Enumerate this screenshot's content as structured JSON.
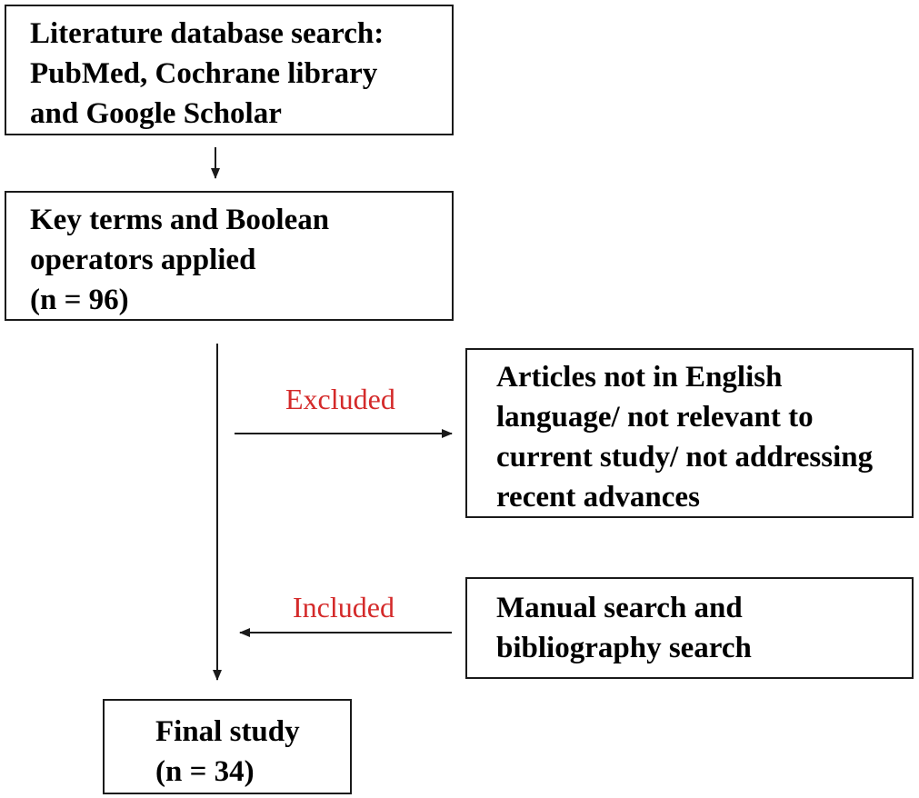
{
  "diagram": {
    "nodes": {
      "search": {
        "lines": [
          "Literature database search:",
          "PubMed, Cochrane library",
          "and Google Scholar"
        ]
      },
      "keyterms": {
        "lines": [
          "Key terms and Boolean",
          "operators applied",
          "(n = 96)"
        ]
      },
      "excluded_box": {
        "lines": [
          "Articles not in English",
          "language/ not relevant to",
          "current study/ not addressing",
          "recent advances"
        ]
      },
      "manual": {
        "lines": [
          "Manual search and",
          "bibliography search"
        ]
      },
      "final": {
        "lines": [
          "Final study",
          "(n = 34)"
        ]
      }
    },
    "edges": {
      "excluded_label": "Excluded",
      "included_label": "Included"
    },
    "colors": {
      "line": "#1a1a1a",
      "edge_label": "#d42a2a"
    }
  }
}
